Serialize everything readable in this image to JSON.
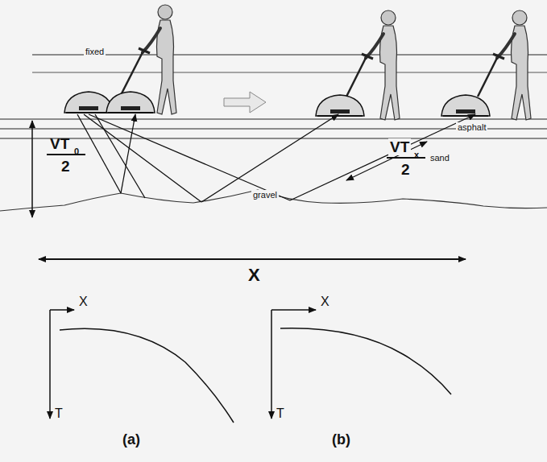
{
  "diagram": {
    "labels": [
      "fixed",
      "asphalt",
      "sand",
      "gravel",
      "VT",
      "0",
      "2",
      "VT",
      "x",
      "2",
      "X",
      "X",
      "T",
      "(a)",
      "X",
      "T",
      "(b)"
    ]
  }
}
